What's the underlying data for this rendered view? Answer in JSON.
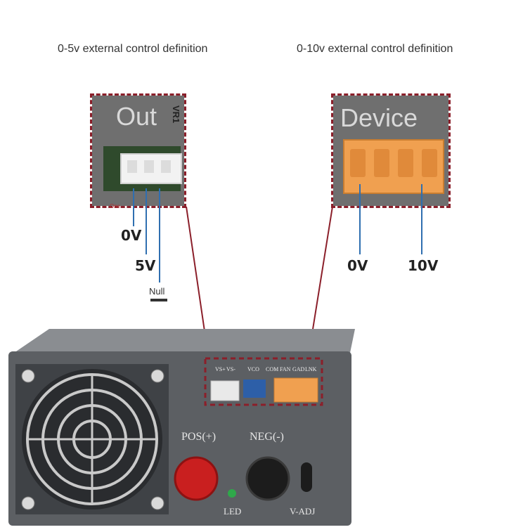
{
  "headings": {
    "left": "0-5v external control definition",
    "right": "0-10v external control definition"
  },
  "left_detail": {
    "panel_label": "Out",
    "side_mark": "VR1",
    "tiny_label": "One",
    "wire_labels": {
      "zero": "0V",
      "five": "5V",
      "null": "Null"
    }
  },
  "right_detail": {
    "panel_label": "Device",
    "wire_labels": {
      "zero": "0V",
      "ten": "10V"
    }
  },
  "psu": {
    "connector_labels": [
      "VS+",
      "VS-",
      "VCO",
      "COM",
      "FAN",
      "GAD",
      "LNK"
    ],
    "pos_label": "POS(+)",
    "neg_label": "NEG(-)",
    "led_label": "LED",
    "vadj_label": "V-ADJ"
  },
  "colors": {
    "dash": "#8b1f2a",
    "wire_blue": "#2f6fb0",
    "terminal_orange": "#f0a050",
    "psu_body": "#5c5f63",
    "knob_red": "#c91f1f"
  }
}
